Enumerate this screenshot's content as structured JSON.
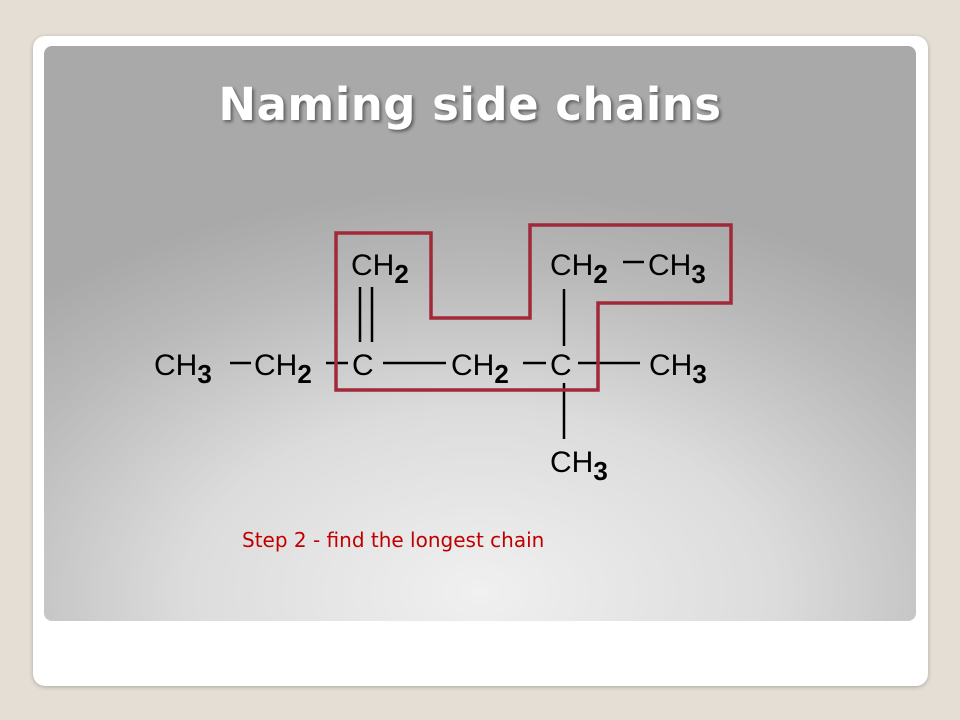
{
  "slide": {
    "title": "Naming side chains",
    "caption": "Step 2 - find the longest chain"
  },
  "molecule": {
    "main_chain": [
      {
        "base": "CH",
        "sub": "3"
      },
      {
        "base": "CH",
        "sub": "2"
      },
      {
        "base": "C",
        "sub": ""
      },
      {
        "base": "CH",
        "sub": "2"
      },
      {
        "base": "C",
        "sub": ""
      },
      {
        "base": "CH",
        "sub": "3"
      }
    ],
    "top_left": {
      "base": "CH",
      "sub": "2"
    },
    "top_right_1": {
      "base": "CH",
      "sub": "2"
    },
    "top_right_2": {
      "base": "CH",
      "sub": "3"
    },
    "bottom": {
      "base": "CH",
      "sub": "3"
    }
  },
  "colors": {
    "highlight": "#a0293a",
    "caption": "#c00000"
  }
}
